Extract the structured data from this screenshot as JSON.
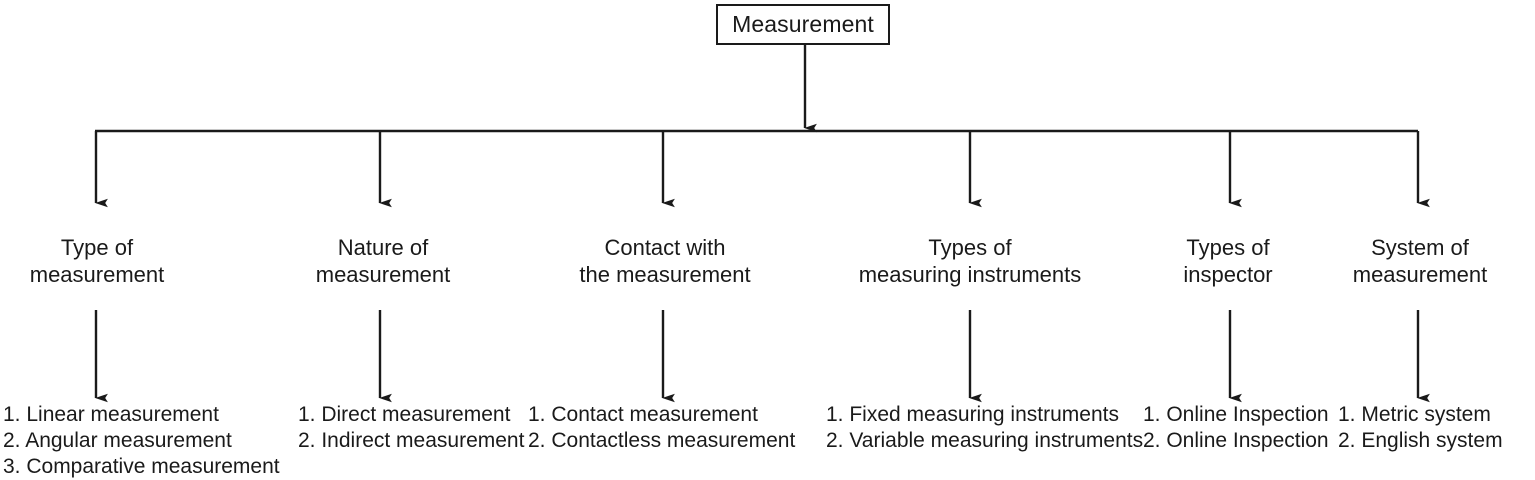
{
  "diagram": {
    "title": "Measurement",
    "line_color": "#1a1a1a",
    "background_color": "#ffffff",
    "root": {
      "label": "Measurement"
    },
    "branches": [
      {
        "title_line1": "Type of",
        "title_line2": "measurement",
        "items": [
          "1. Linear measurement",
          "2. Angular measurement",
          "3. Comparative measurement"
        ]
      },
      {
        "title_line1": "Nature of",
        "title_line2": "measurement",
        "items": [
          "1. Direct measurement",
          "2. Indirect measurement"
        ]
      },
      {
        "title_line1": "Contact with",
        "title_line2": "the measurement",
        "items": [
          "1. Contact measurement",
          "2. Contactless measurement"
        ]
      },
      {
        "title_line1": "Types of",
        "title_line2": "measuring instruments",
        "items": [
          "1. Fixed measuring instruments",
          "2. Variable measuring instruments"
        ]
      },
      {
        "title_line1": "Types of",
        "title_line2": "inspector",
        "items": [
          "1. Online Inspection",
          "2. Online Inspection"
        ]
      },
      {
        "title_line1": "System of",
        "title_line2": "measurement",
        "items": [
          "1. Metric system",
          "2. English system"
        ]
      }
    ]
  }
}
